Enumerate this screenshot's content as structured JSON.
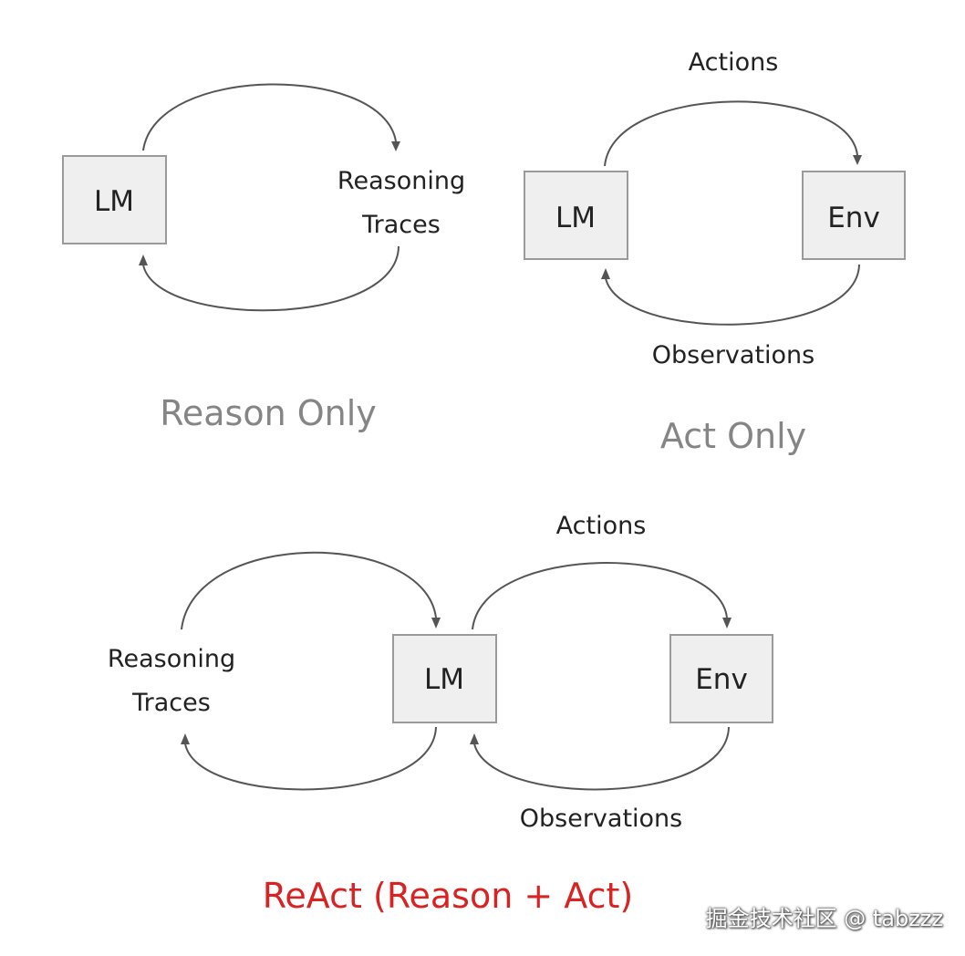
{
  "reason_only": {
    "lm": "LM",
    "reasoning_line1": "Reasoning",
    "reasoning_line2": "Traces",
    "caption": "Reason Only"
  },
  "act_only": {
    "lm": "LM",
    "env": "Env",
    "actions": "Actions",
    "observations": "Observations",
    "caption": "Act Only"
  },
  "react": {
    "lm": "LM",
    "env": "Env",
    "actions": "Actions",
    "observations": "Observations",
    "reasoning_line1": "Reasoning",
    "reasoning_line2": "Traces",
    "caption": "ReAct (Reason + Act)"
  },
  "colors": {
    "caption_gray": "#858585",
    "caption_red": "#d92323"
  },
  "watermark": "掘金技术社区 @ tabzzz"
}
